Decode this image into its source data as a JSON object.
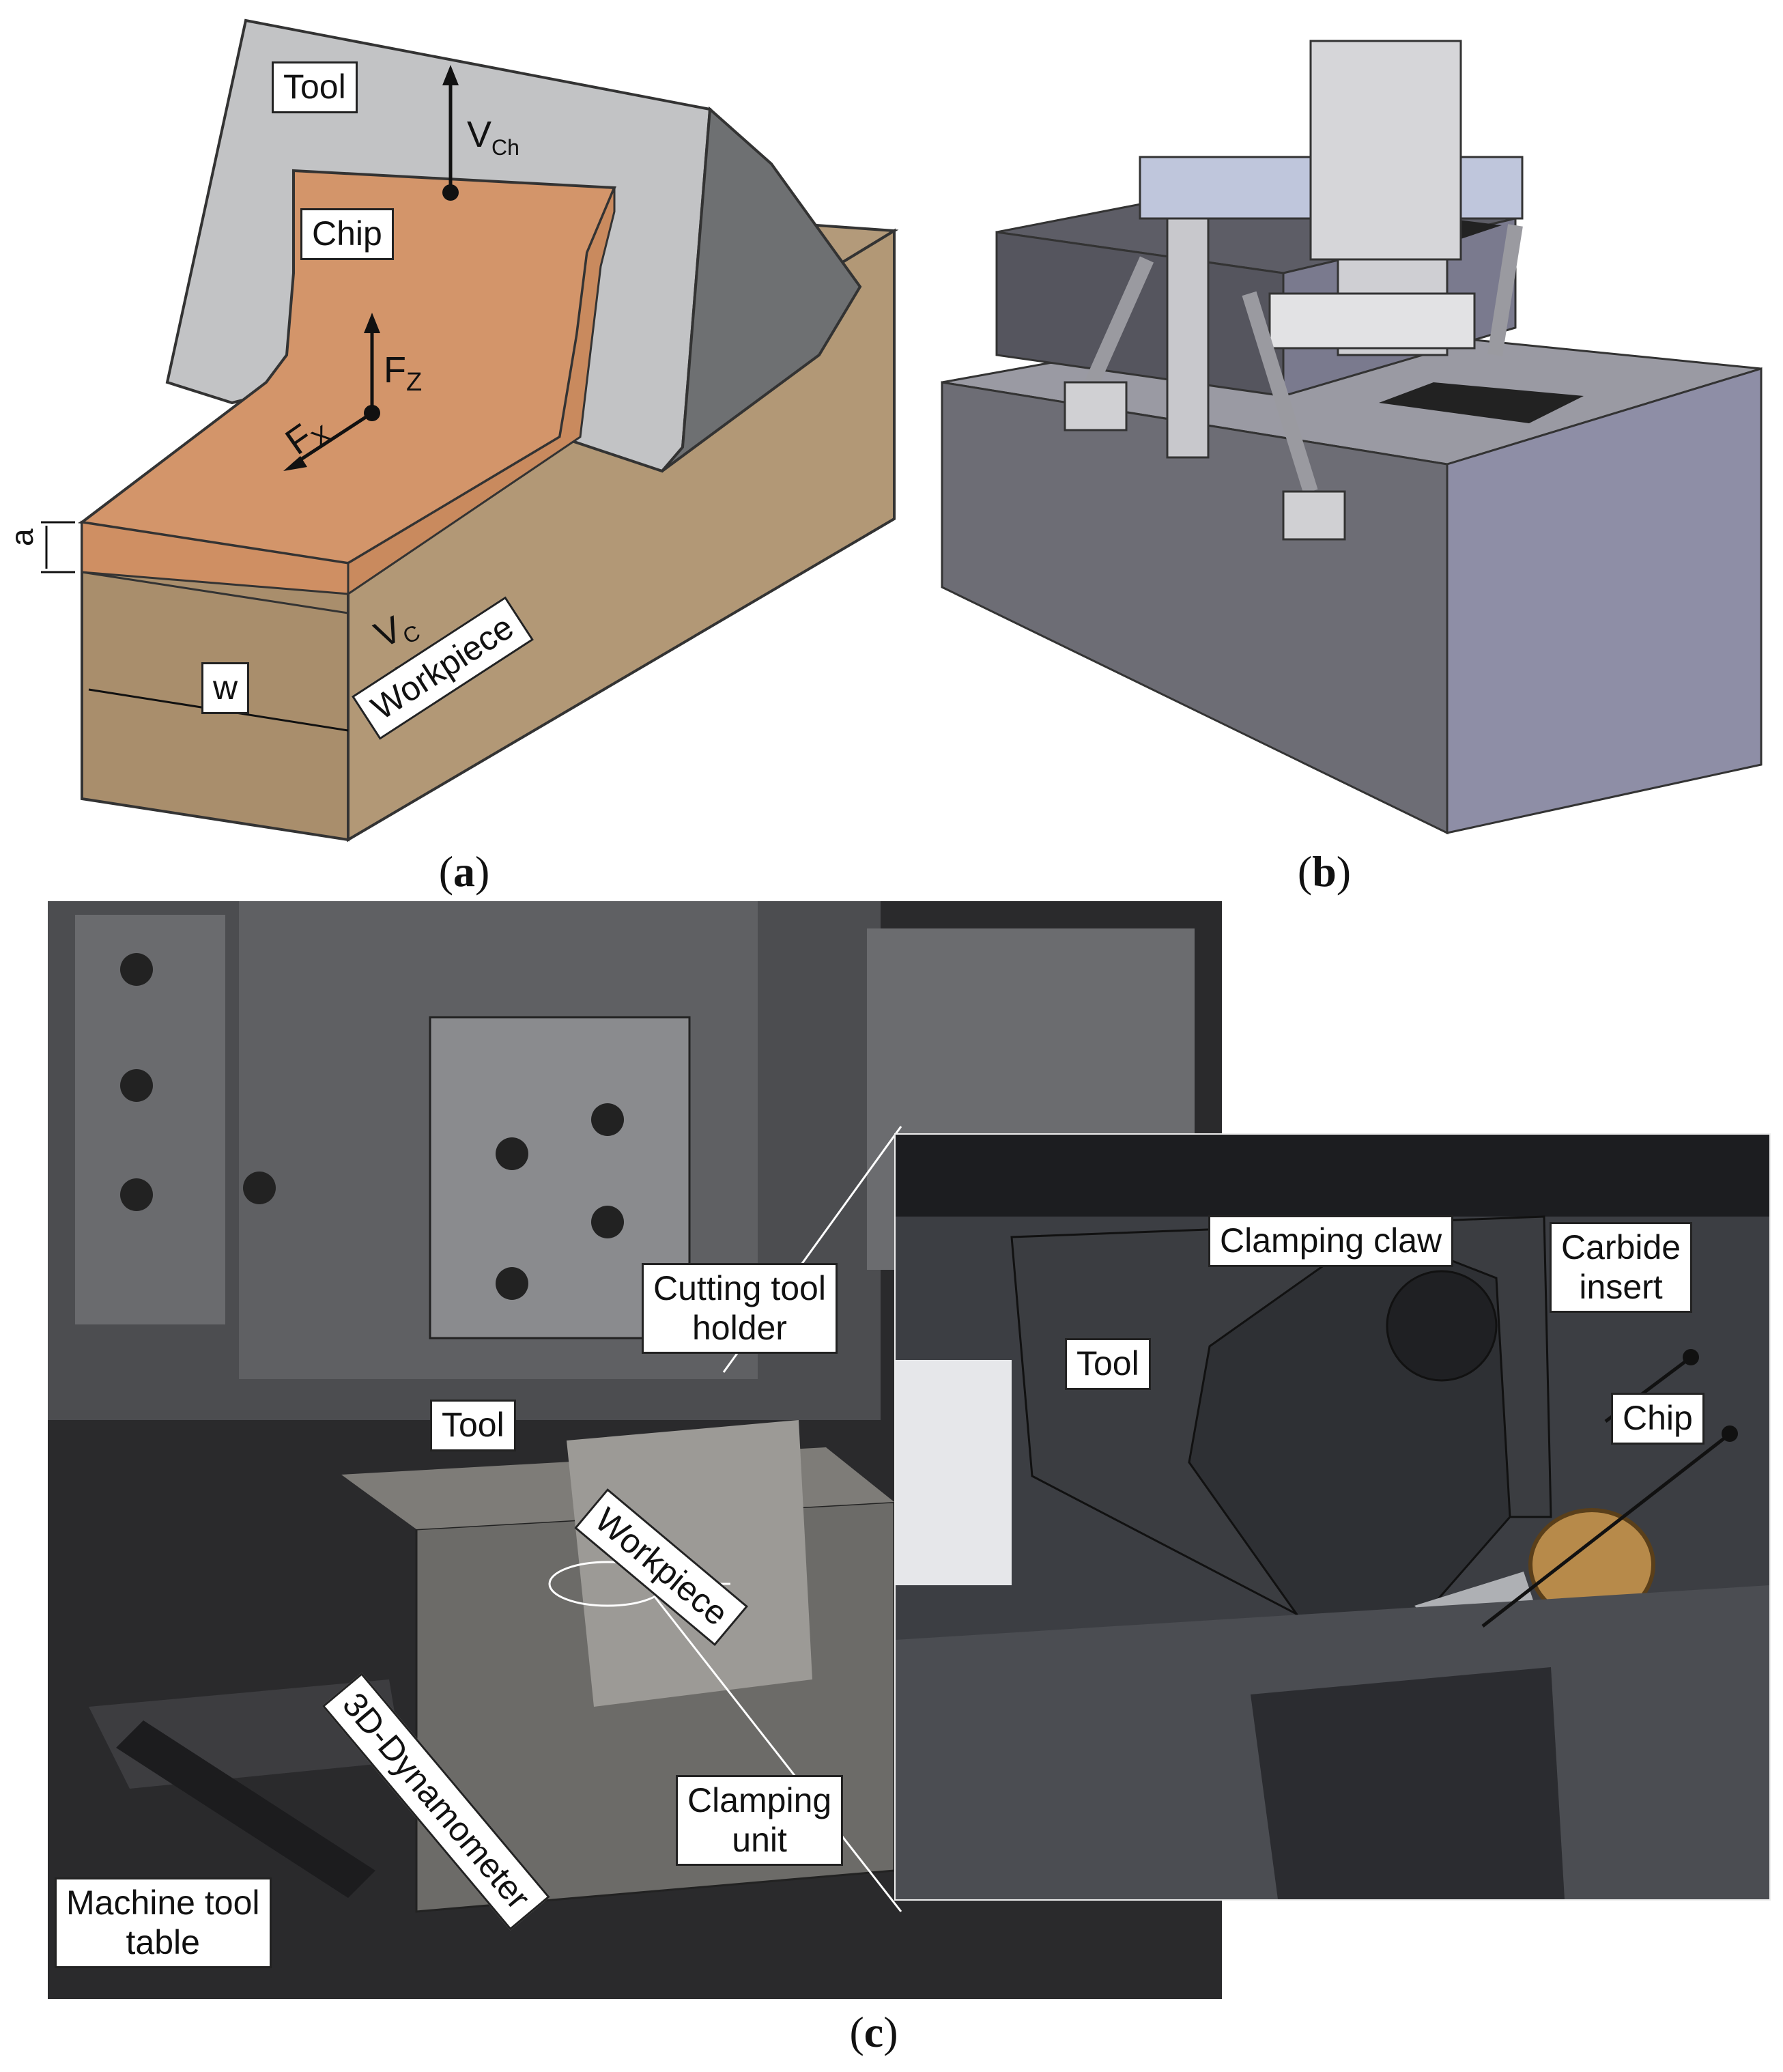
{
  "panel_a": {
    "caption_letter": "a",
    "labels": {
      "tool": "Tool",
      "chip": "Chip",
      "workpiece": "Workpiece",
      "vch_main": "V",
      "vch_sub": "Ch",
      "fz_main": "F",
      "fz_sub": "Z",
      "fx_main": "F",
      "fx_sub": "X",
      "vc_main": "V",
      "vc_sub": "C",
      "depth": "a",
      "width": "w"
    },
    "colors": {
      "tool": "#c2c3c5",
      "chip": "#d3956a",
      "workpiece": "#b39a7a"
    }
  },
  "panel_b": {
    "caption_letter": "b"
  },
  "panel_c": {
    "caption_letter": "c",
    "labels": {
      "cutting_tool_holder": "Cutting tool\nholder",
      "tool": "Tool",
      "workpiece": "Workpiece",
      "dynamometer": "3D-Dynamometer",
      "clamping_unit": "Clamping\nunit",
      "machine_tool_table": "Machine tool\ntable",
      "inset_clamping_claw": "Clamping claw",
      "inset_tool": "Tool",
      "inset_carbide_insert": "Carbide\ninsert",
      "inset_chip": "Chip"
    }
  }
}
